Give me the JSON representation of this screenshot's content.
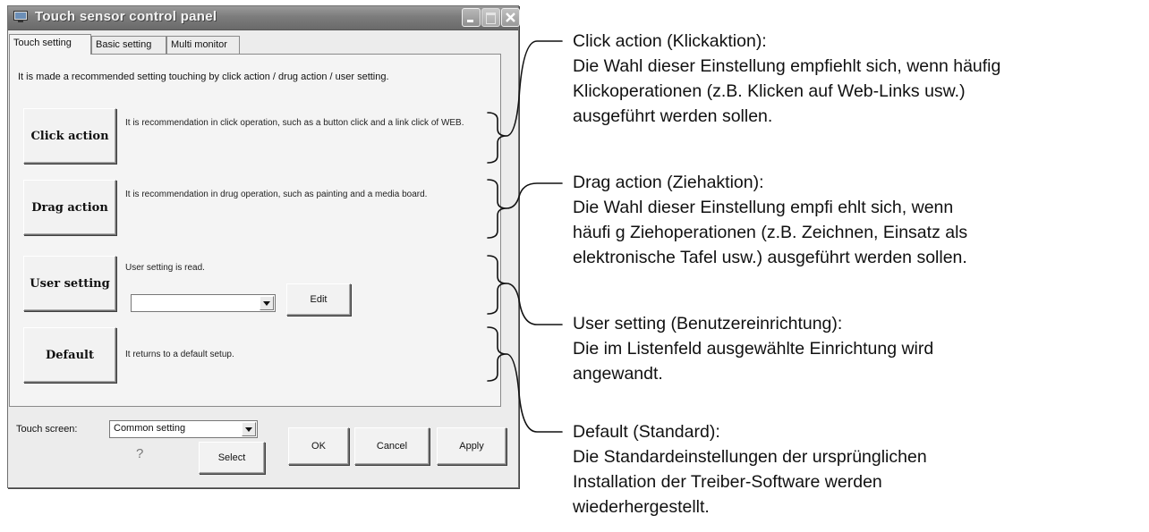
{
  "window": {
    "title": "Touch sensor control panel",
    "tabs": [
      "Touch setting",
      "Basic setting",
      "Multi monitor"
    ],
    "intro": "It is made a recommended setting touching by click action / drug action / user setting.",
    "actions": [
      {
        "label": "Click action",
        "desc": "It is recommendation in click operation, such as a button click and a link click of WEB."
      },
      {
        "label": "Drag action",
        "desc": "It is recommendation in drug operation, such as painting and a media board."
      },
      {
        "label": "User setting",
        "desc": "User setting is read."
      },
      {
        "label": "Default",
        "desc": "It returns to a default setup."
      }
    ],
    "user_setting_value": "",
    "edit_label": "Edit",
    "touch_screen_label": "Touch screen:",
    "touch_screen_value": "Common setting",
    "help_glyph": "?",
    "select_label": "Select",
    "ok_label": "OK",
    "cancel_label": "Cancel",
    "apply_label": "Apply"
  },
  "annotations": [
    {
      "heading": "Click action (Klickaktion):",
      "lines": [
        "Die Wahl dieser Einstellung empfiehlt sich, wenn häufig",
        "Klickoperationen (z.B. Klicken auf Web-Links usw.)",
        "ausgeführt werden sollen."
      ]
    },
    {
      "heading": "Drag action (Ziehaktion):",
      "lines": [
        "Die Wahl dieser Einstellung empfi ehlt sich, wenn",
        "häufi g Ziehoperationen (z.B. Zeichnen, Einsatz als",
        "elektronische Tafel usw.) ausgeführt werden sollen."
      ]
    },
    {
      "heading": "User setting (Benutzereinrichtung):",
      "lines": [
        "Die im Listenfeld ausgewählte Einrichtung wird",
        "angewandt."
      ]
    },
    {
      "heading": "Default (Standard):",
      "lines": [
        "Die Standardeinstellungen der ursprünglichen",
        "Installation der Treiber-Software werden",
        "wiederhergestellt."
      ]
    }
  ]
}
